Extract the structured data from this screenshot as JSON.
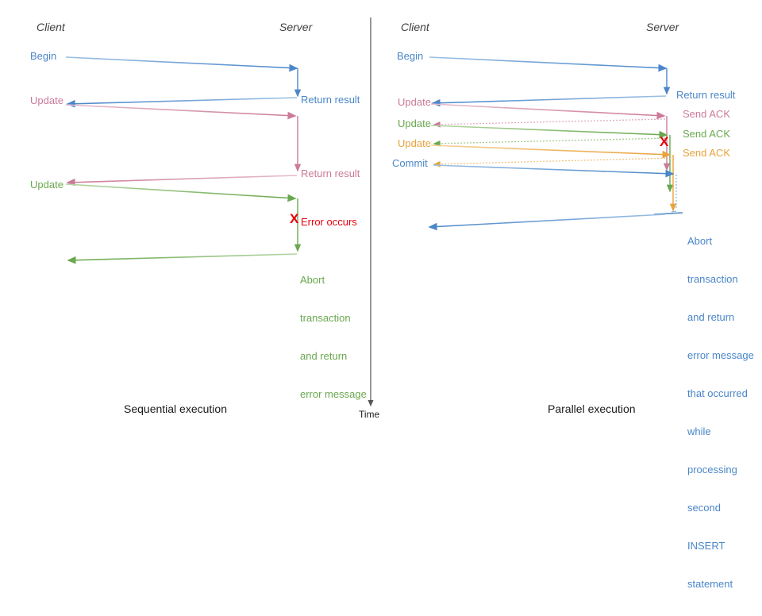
{
  "colors": {
    "blue": "#4a86c8",
    "blue_light": "#8db4dd",
    "pink": "#cc7a99",
    "pink_light": "#e0aec2",
    "green": "#6aa84f",
    "green_light": "#a5cc92",
    "orange": "#e8a33d",
    "orange_light": "#f2c583",
    "red": "#e8000b",
    "axis": "#555555",
    "text": "#1a1a1a",
    "actor": "#3f3f3f"
  },
  "time_axis": {
    "label": "Time",
    "icon": "down-arrow-icon"
  },
  "left": {
    "caption": "Sequential execution",
    "actors": {
      "client": "Client",
      "server": "Server"
    },
    "messages": [
      {
        "label": "Begin",
        "color": "blue",
        "side": "client"
      },
      {
        "label": "Return result",
        "color": "blue",
        "side": "server"
      },
      {
        "label": "Update",
        "color": "pink",
        "side": "client"
      },
      {
        "label": "Return result",
        "color": "pink",
        "side": "server"
      },
      {
        "label": "Update",
        "color": "green",
        "side": "client"
      }
    ],
    "error": {
      "marker": "X",
      "label": "Error occurs",
      "color": "red"
    },
    "abort": {
      "color": "green",
      "lines": [
        "Abort",
        "transaction",
        "and return",
        "error message"
      ]
    }
  },
  "right": {
    "caption": "Parallel execution",
    "actors": {
      "client": "Client",
      "server": "Server"
    },
    "messages": [
      {
        "label": "Begin",
        "color": "blue",
        "side": "client"
      },
      {
        "label": "Return result",
        "color": "blue",
        "side": "server"
      },
      {
        "label": "Update",
        "color": "pink",
        "side": "client"
      },
      {
        "label": "Send ACK",
        "color": "pink",
        "side": "server"
      },
      {
        "label": "Update",
        "color": "green",
        "side": "client"
      },
      {
        "label": "Send ACK",
        "color": "green",
        "side": "server"
      },
      {
        "label": "Update",
        "color": "orange",
        "side": "client"
      },
      {
        "label": "Send ACK",
        "color": "orange",
        "side": "server"
      },
      {
        "label": "Commit",
        "color": "blue",
        "side": "client"
      }
    ],
    "error": {
      "marker": "X",
      "color": "red"
    },
    "abort": {
      "color": "blue",
      "lines": [
        "Abort",
        "transaction",
        "and return",
        "error message",
        "that occurred",
        "while",
        "processing",
        "second",
        "INSERT",
        "statement"
      ]
    }
  }
}
